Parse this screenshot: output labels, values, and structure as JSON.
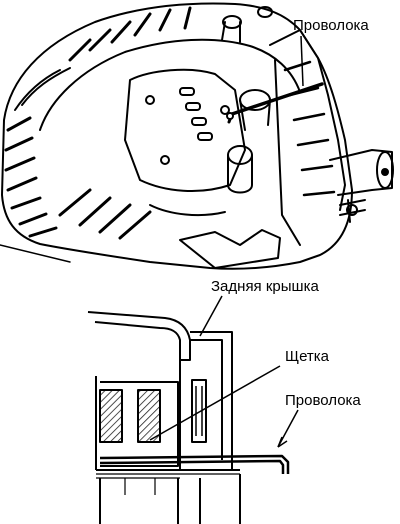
{
  "labels": {
    "top_wire": "Проволока",
    "rear_cover": "Задняя крышка",
    "brush": "Щетка",
    "bottom_wire": "Проволока"
  },
  "colors": {
    "ink": "#000000",
    "paper": "#ffffff",
    "hatch": "#2a2a2a"
  }
}
